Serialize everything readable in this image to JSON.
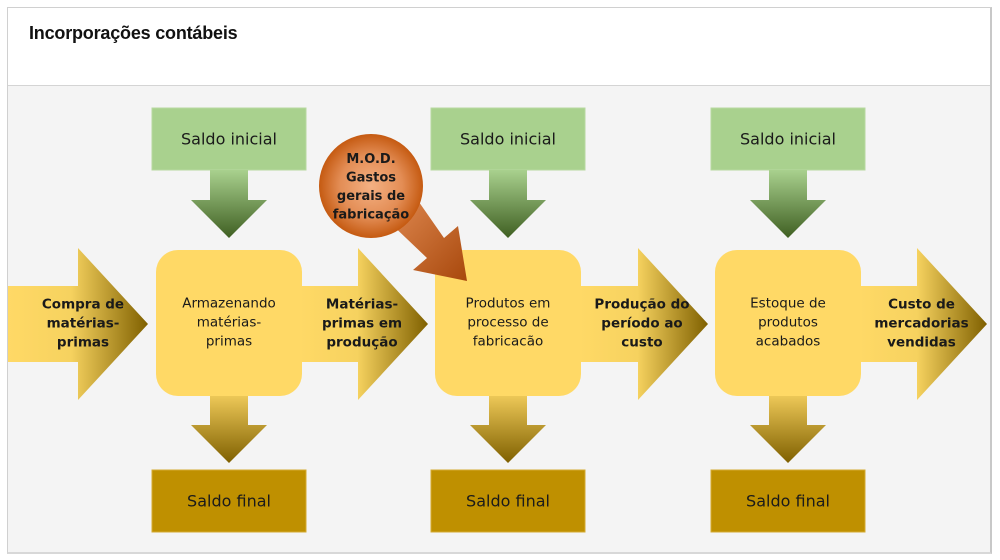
{
  "title": "Incorporações contábeis",
  "colors": {
    "saldo_inicial": "#a9d18e",
    "green_arrow_top": "#a9d18e",
    "green_arrow_bottom": "#3f5f22",
    "process_box": "#ffd966",
    "saldo_final": "#bf9000",
    "arrow_light": "#ffd966",
    "arrow_dark": "#7f6000",
    "mod_circle": "#c55a11",
    "mod_circle_light": "#f4b183",
    "background": "#f4f4f4"
  },
  "stages": [
    {
      "saldo_inicial": "Saldo inicial",
      "process": [
        "Armazenando",
        "matérias-",
        "primas"
      ],
      "saldo_final": "Saldo final"
    },
    {
      "saldo_inicial": "Saldo inicial",
      "process": [
        "Produtos em",
        "processo de",
        "fabricacão"
      ],
      "saldo_final": "Saldo final"
    },
    {
      "saldo_inicial": "Saldo inicial",
      "process": [
        "Estoque de",
        "produtos",
        "acabados"
      ],
      "saldo_final": "Saldo final"
    }
  ],
  "flows": [
    [
      "Compra de",
      "matérias-",
      "primas"
    ],
    [
      "Matérias-",
      "primas em",
      "produção"
    ],
    [
      "Produção do",
      "período ao",
      "custo"
    ],
    [
      "Custo de",
      "mercadorias",
      "vendidas"
    ]
  ],
  "mod_input": [
    "M.O.D.",
    "Gastos",
    "gerais de",
    "fabricação"
  ]
}
